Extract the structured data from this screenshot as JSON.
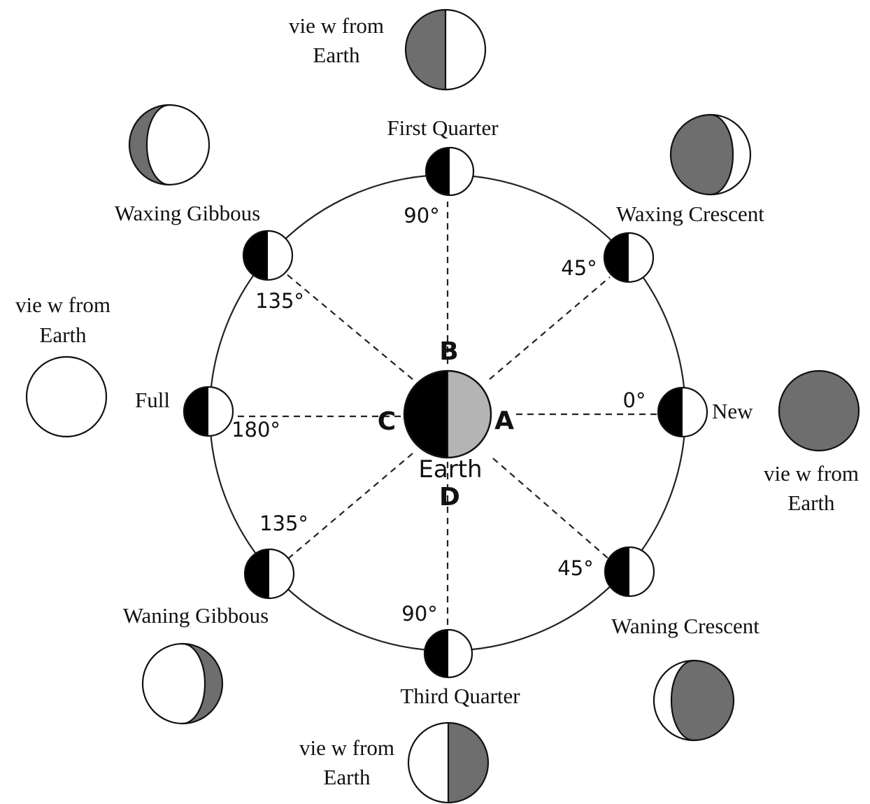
{
  "diagram": {
    "phases": {
      "first_quarter": "First Quarter",
      "waxing_crescent": "Waxing Crescent",
      "waxing_gibbous": "Waxing Gibbous",
      "new": "New",
      "full": "Full",
      "waning_gibbous": "Waning Gibbous",
      "waning_crescent": "Waning Crescent",
      "third_quarter": "Third Quarter"
    },
    "view_label_line1": "vie w from",
    "view_label_line2": "Earth",
    "angles": {
      "top": "90°",
      "bottom": "90°",
      "upper_right": "45°",
      "lower_right": "45°",
      "upper_left": "135°",
      "lower_left": "135°",
      "right": "0°",
      "left": "180°"
    },
    "points": {
      "a": "A",
      "b": "B",
      "c": "C",
      "d": "D"
    },
    "earth_label": "Earth",
    "colors": {
      "dark": "#000000",
      "moon_view_shade": "#6e6e6e",
      "earth_lit": "#b4b4b4",
      "light": "#ffffff"
    }
  }
}
